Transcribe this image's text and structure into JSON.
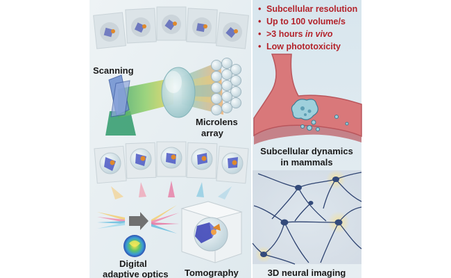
{
  "bullets": [
    {
      "text": "Subcellular resolution"
    },
    {
      "text": "Up to 100 volume/s"
    },
    {
      "text": ">3 hours ",
      "italic": "in vivo"
    },
    {
      "text": "Low phototoxicity"
    }
  ],
  "labels": {
    "scanning": "Scanning",
    "microlens_1": "Microlens",
    "microlens_2": "array",
    "subcellular_1": "Subcellular dynamics",
    "subcellular_2": "in mammals",
    "digital_1": "Digital",
    "digital_2": "adaptive optics",
    "tomography": "Tomography",
    "neural": "3D neural imaging"
  },
  "colors": {
    "bullet_red": "#b3232b",
    "vessel": "#d9787a",
    "vessel_dark": "#b9565c",
    "panel_bg": "#dce8ee",
    "neuron": "#334a7a",
    "glow": "#f3dc8a"
  }
}
